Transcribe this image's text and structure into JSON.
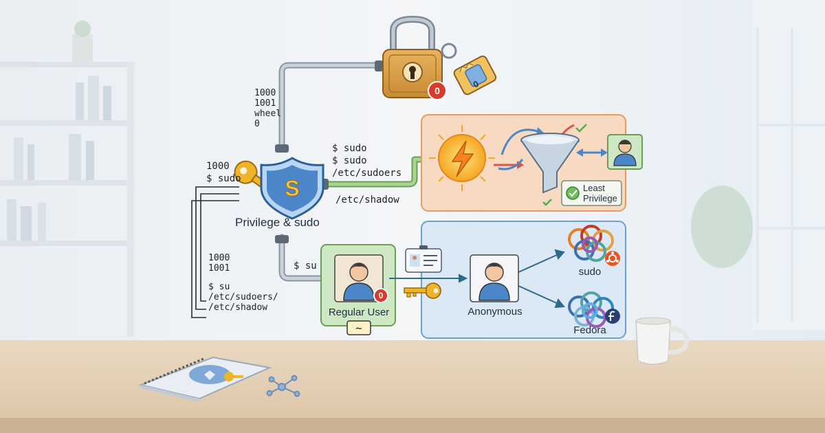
{
  "labels": {
    "padlock_badge": "0",
    "key_tag_text": "0",
    "top_stack": "1000\n1001\nwheel\n0",
    "left_stack_top": "1000\n$ sudo",
    "left_stack_mid": "1000\n1001",
    "left_stack_bottom": "$ su\n/etc/sudoers/\n/etc/shadow",
    "center_title": "Privilege & sudo",
    "shield_letter": "S",
    "sudo_cmds": "$ sudo\n$ sudo\n/etc/sudoers",
    "shadow_path": "/etc/shadow",
    "su_cmd": "$ su",
    "regular_user": "Regular User",
    "regular_user_badge": "0",
    "tilde_chip": "~",
    "least_privilege": "Least\nPrivilege",
    "anonymous": "Anonymous",
    "sudo_label": "sudo",
    "fedora_label": "Fedora"
  },
  "icons": [
    "padlock-icon",
    "key-tag-icon",
    "golden-key-icon",
    "shield-icon",
    "lightning-icon",
    "funnel-icon",
    "user-avatar-icon",
    "id-card-icon",
    "key-icon",
    "rings-icon",
    "ubuntu-logo-icon",
    "fedora-logo-icon",
    "notebook-icon",
    "network-node-icon",
    "coffee-mug-icon",
    "checkmark-icon"
  ],
  "colors": {
    "orange_panel": "#f8d9c2",
    "blue_panel": "#dbe9f7",
    "green_panel": "#cfe8c4",
    "shield_blue": "#4a86c8",
    "gold": "#f0b429",
    "badge_red": "#d93a2b"
  }
}
